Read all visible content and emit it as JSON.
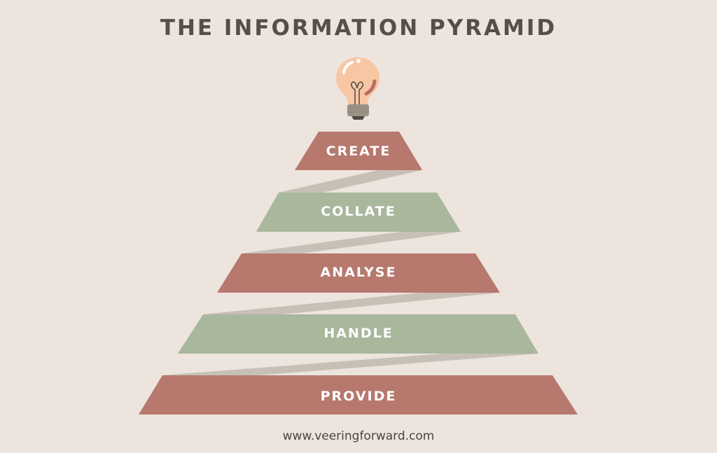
{
  "title": "THE INFORMATION PYRAMID",
  "icon": "lightbulb-icon",
  "levels": [
    {
      "label": "CREATE",
      "color": "#b7786d"
    },
    {
      "label": "COLLATE",
      "color": "#a9b79c"
    },
    {
      "label": "ANALYSE",
      "color": "#b7786d"
    },
    {
      "label": "HANDLE",
      "color": "#a9b79c"
    },
    {
      "label": "PROVIDE",
      "color": "#b7786d"
    }
  ],
  "connector_color": "#c8c0b6",
  "background": "#ede4de",
  "footer": "www.veeringforward.com"
}
